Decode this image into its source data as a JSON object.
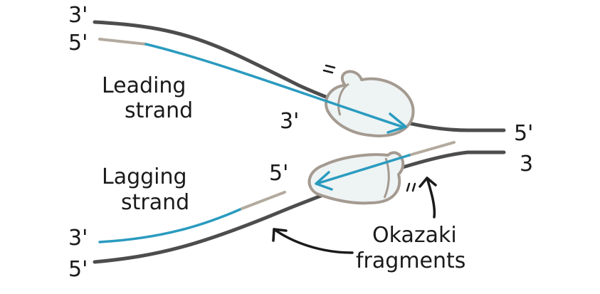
{
  "labels": {
    "leading_line1": "Leading",
    "leading_line2": "strand",
    "lagging_line1": "Lagging",
    "lagging_line2": "strand",
    "okazaki_line1": "Okazaki",
    "okazaki_line2": "fragments"
  },
  "ends": {
    "top_parent_left": "3'",
    "top_new_left": "5'",
    "leading_tip": "3'",
    "right_top": "5'",
    "right_bottom": "3",
    "lagging_new_top": "5'",
    "bottom_new_left": "3'",
    "bottom_parent_left": "5'"
  },
  "colors": {
    "parent_strand": "#4d4d4d",
    "new_strand": "#2a9bbf",
    "primer": "#b3aa9e",
    "enzyme_fill": "#eef3f4",
    "enzyme_outline": "#a49a90",
    "ink": "#1a1a1a"
  }
}
